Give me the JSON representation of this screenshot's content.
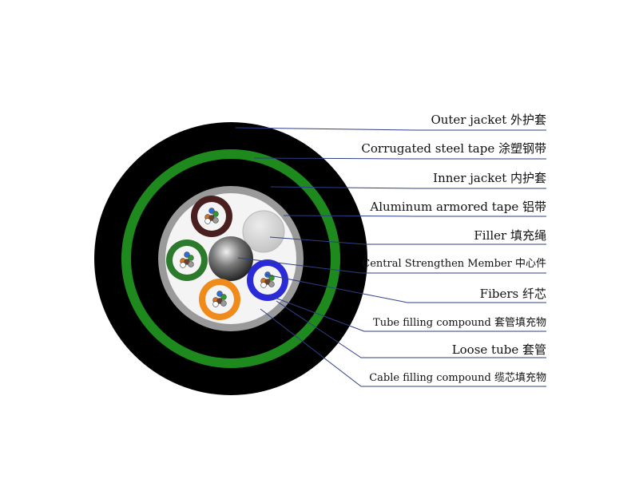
{
  "labels": {
    "outer_jacket": "Outer jacket 外护套",
    "corrugated_steel_tape": "Corrugated steel tape 涂塑钢带",
    "inner_jacket": "Inner jacket 内护套",
    "aluminum_armored_tape": "Aluminum armored tape 铝带",
    "filler": "Filler 填充绳",
    "central_strength_member": "Central Strengthen Member 中心件",
    "fibers": "Fibers 纤芯",
    "tube_filling_compound": "Tube filling compound 套管填充物",
    "loose_tube": "Loose tube 套管",
    "cable_filling_compound": "Cable filling compound 缆芯填充物"
  },
  "colors": {
    "outer_jacket": "#000000",
    "steel_tape_band": "#1e8a1e",
    "aluminum_tape": "#9a9a9a",
    "core_fill": "#f4f4f4",
    "filler": "#d4d4d4",
    "central_member": "#5a5a5a",
    "leader_line": "#2e3f86",
    "tube_brown": "#4a1f1f",
    "tube_green": "#2c7a2c",
    "tube_orange": "#f08a1a",
    "tube_blue": "#2a2ad8"
  },
  "fiber_colors": [
    "#2b6fd6",
    "#2e9a2e",
    "#d9711c",
    "#6b3f2a",
    "#9a9a9a",
    "#ffffff"
  ]
}
